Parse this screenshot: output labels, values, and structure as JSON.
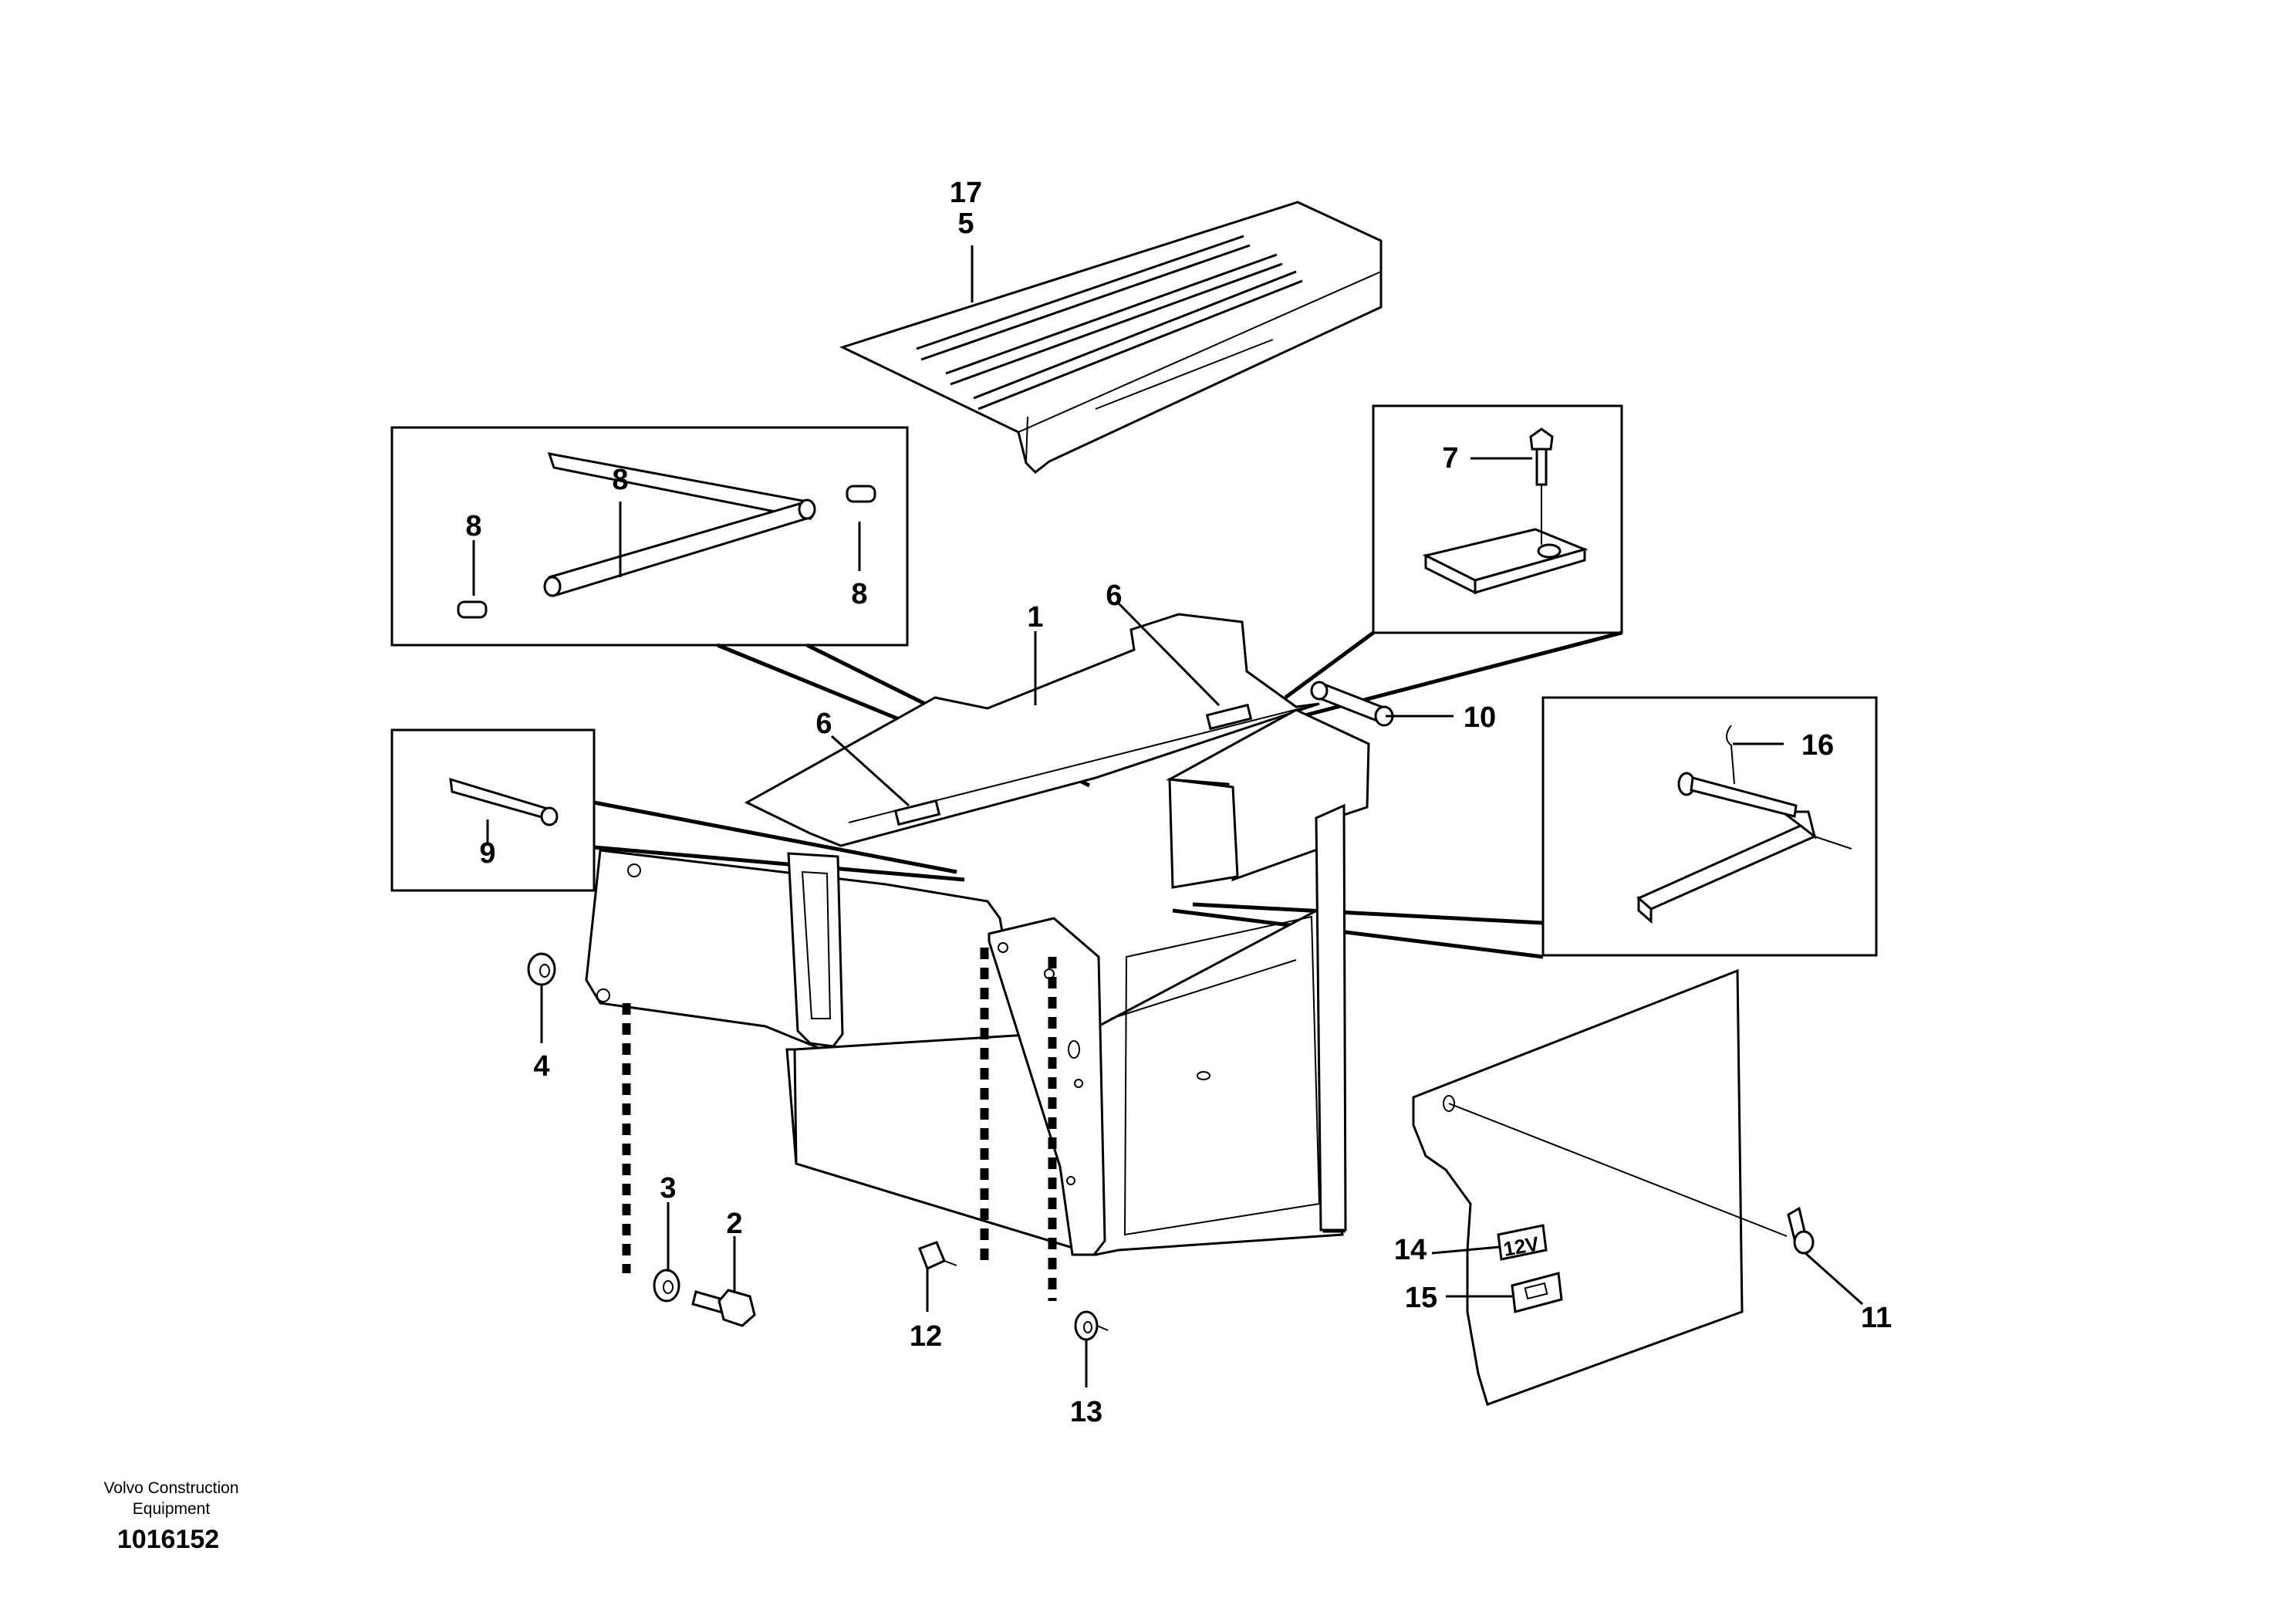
{
  "footer": {
    "company_line1": "Volvo Construction",
    "company_line2": "Equipment",
    "drawing_number": "1016152"
  },
  "callouts": {
    "c17": "17",
    "c5": "5",
    "c1": "1",
    "c6a": "6",
    "c6b": "6",
    "c7": "7",
    "c8a": "8",
    "c8b": "8",
    "c8c": "8",
    "c9": "9",
    "c10": "10",
    "c16": "16",
    "c4": "4",
    "c3": "3",
    "c2": "2",
    "c12": "12",
    "c13": "13",
    "c14": "14",
    "c15": "15",
    "c11": "11"
  },
  "labels": {
    "voltage_decal": "12V"
  }
}
